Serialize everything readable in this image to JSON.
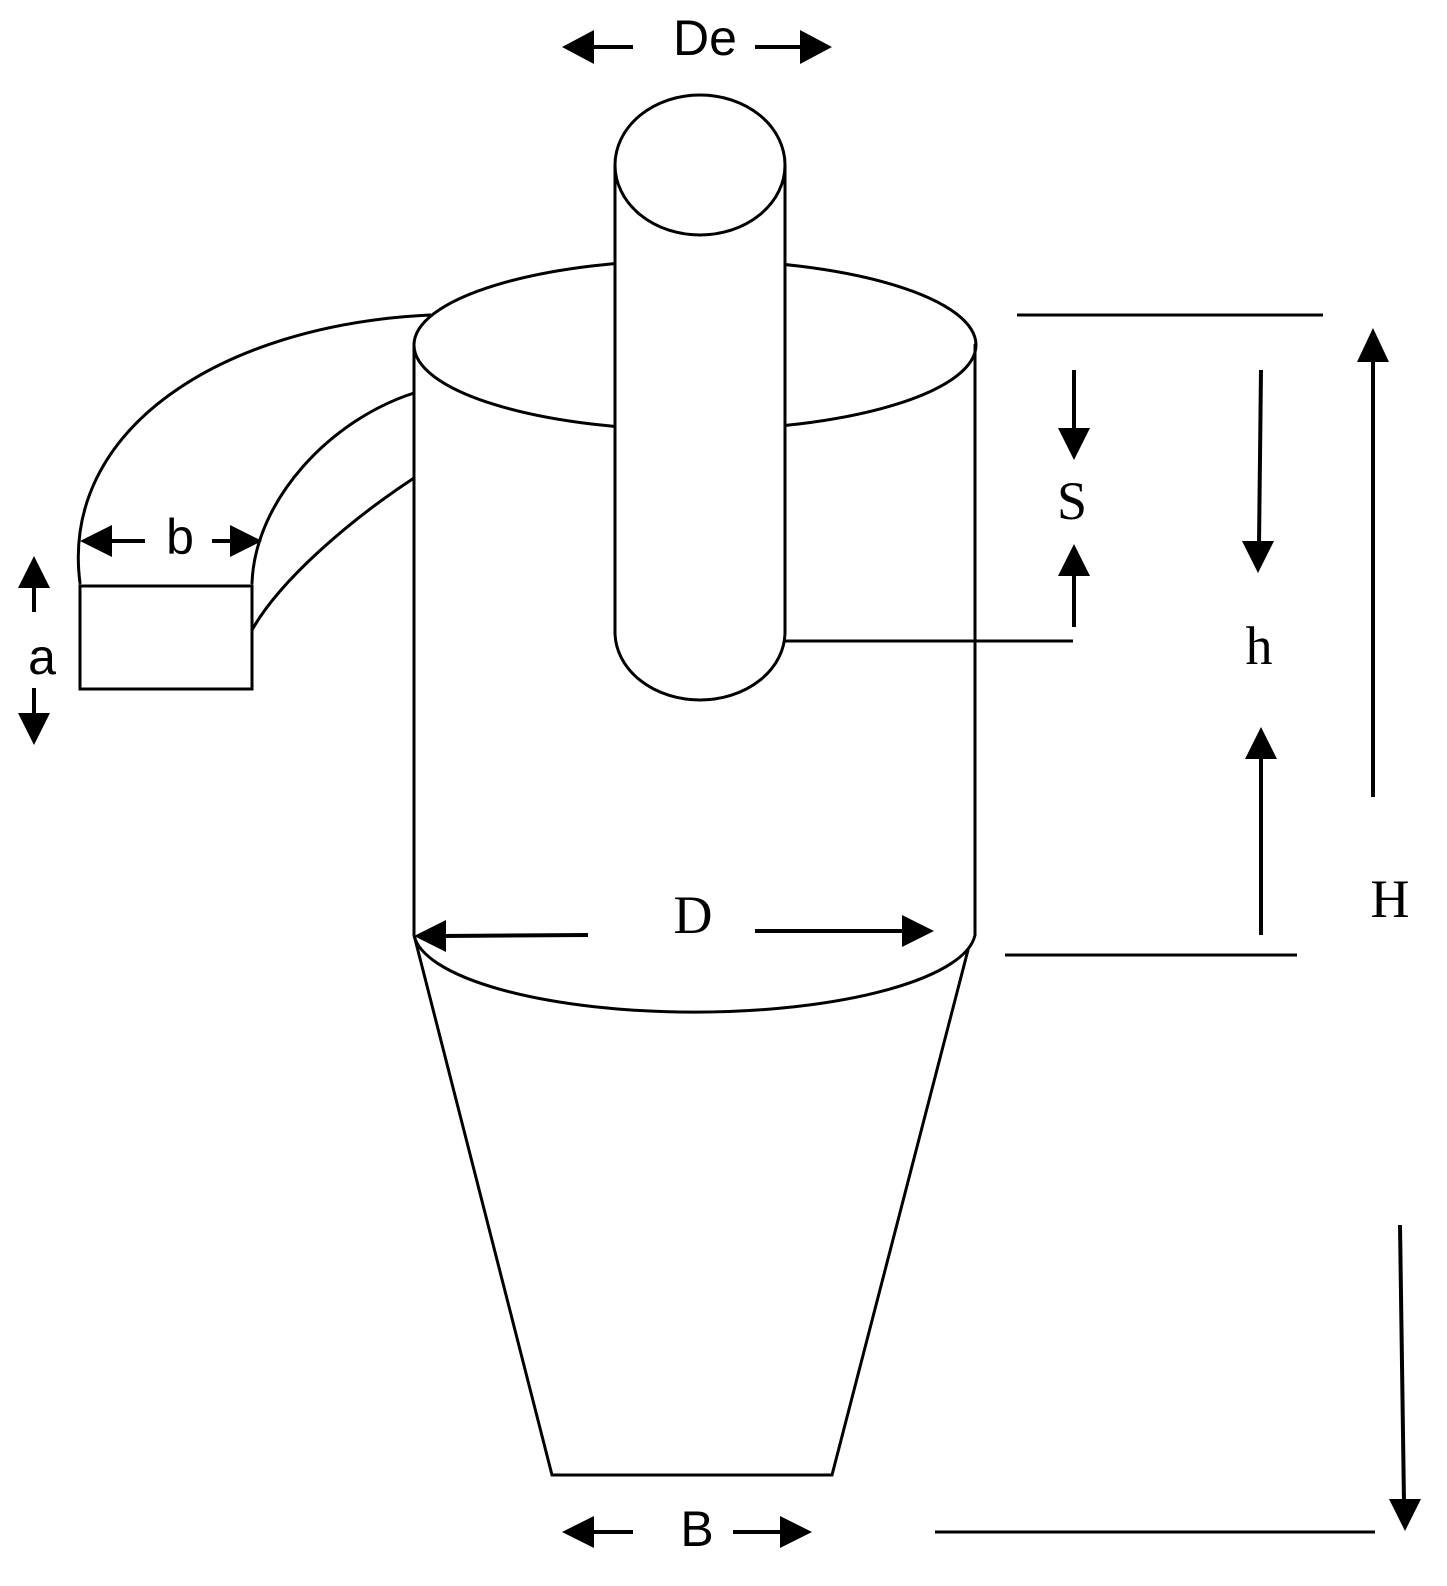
{
  "labels": {
    "De": "De",
    "b": "b",
    "a": "a",
    "S": "S",
    "h": "h",
    "H": "H",
    "D": "D",
    "B": "B"
  },
  "colors": {
    "line": "#000000",
    "background": "#ffffff"
  }
}
